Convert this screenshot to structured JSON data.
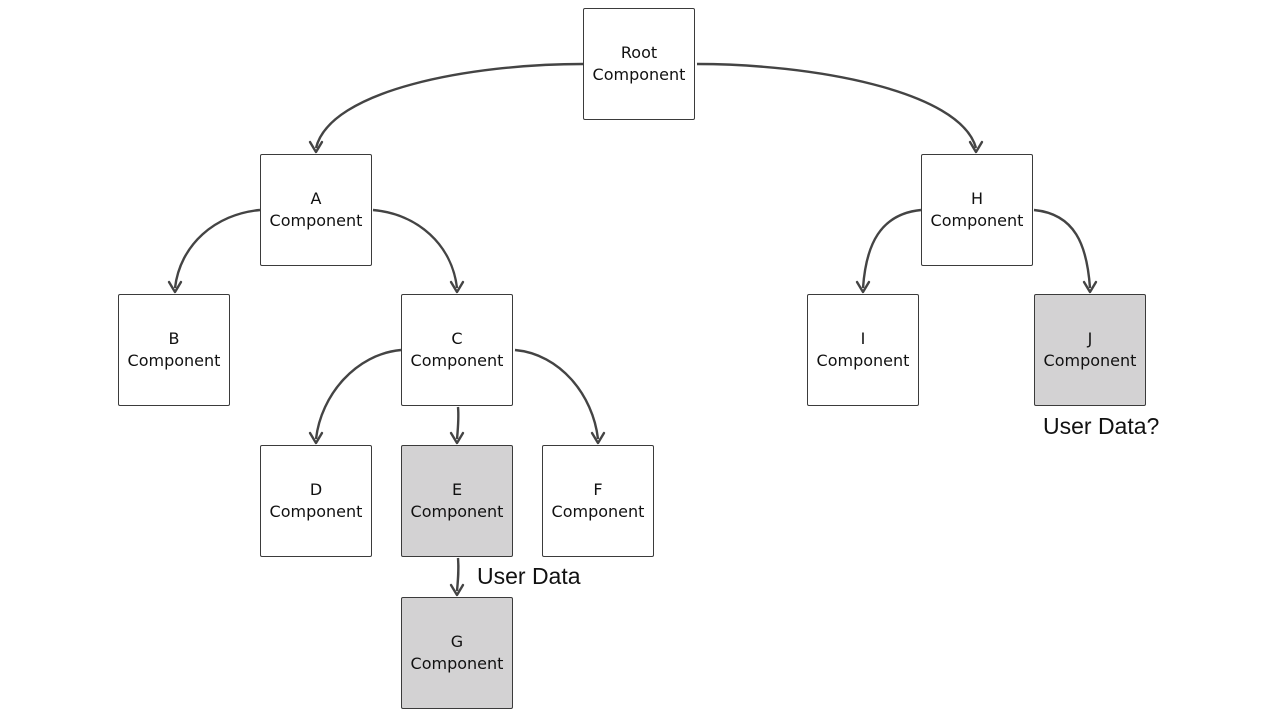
{
  "colors": {
    "node_fill": "#ffffff",
    "highlight_fill": "#d3d2d3",
    "border": "#3b3b3b",
    "edge": "#444444"
  },
  "nodes": {
    "root": {
      "line1": "Root",
      "line2": "Component",
      "highlight": false
    },
    "a": {
      "line1": "A",
      "line2": "Component",
      "highlight": false
    },
    "b": {
      "line1": "B",
      "line2": "Component",
      "highlight": false
    },
    "c": {
      "line1": "C",
      "line2": "Component",
      "highlight": false
    },
    "d": {
      "line1": "D",
      "line2": "Component",
      "highlight": false
    },
    "e": {
      "line1": "E",
      "line2": "Component",
      "highlight": true
    },
    "f": {
      "line1": "F",
      "line2": "Component",
      "highlight": false
    },
    "g": {
      "line1": "G",
      "line2": "Component",
      "highlight": true
    },
    "h": {
      "line1": "H",
      "line2": "Component",
      "highlight": false
    },
    "i": {
      "line1": "I",
      "line2": "Component",
      "highlight": false
    },
    "j": {
      "line1": "J",
      "line2": "Component",
      "highlight": true
    }
  },
  "edges": [
    {
      "from": "root",
      "to": "a"
    },
    {
      "from": "root",
      "to": "h"
    },
    {
      "from": "a",
      "to": "b"
    },
    {
      "from": "a",
      "to": "c"
    },
    {
      "from": "c",
      "to": "d"
    },
    {
      "from": "c",
      "to": "e"
    },
    {
      "from": "c",
      "to": "f"
    },
    {
      "from": "e",
      "to": "g"
    },
    {
      "from": "h",
      "to": "i"
    },
    {
      "from": "h",
      "to": "j"
    }
  ],
  "notes": {
    "e_g": "User Data",
    "j": "User Data?"
  }
}
